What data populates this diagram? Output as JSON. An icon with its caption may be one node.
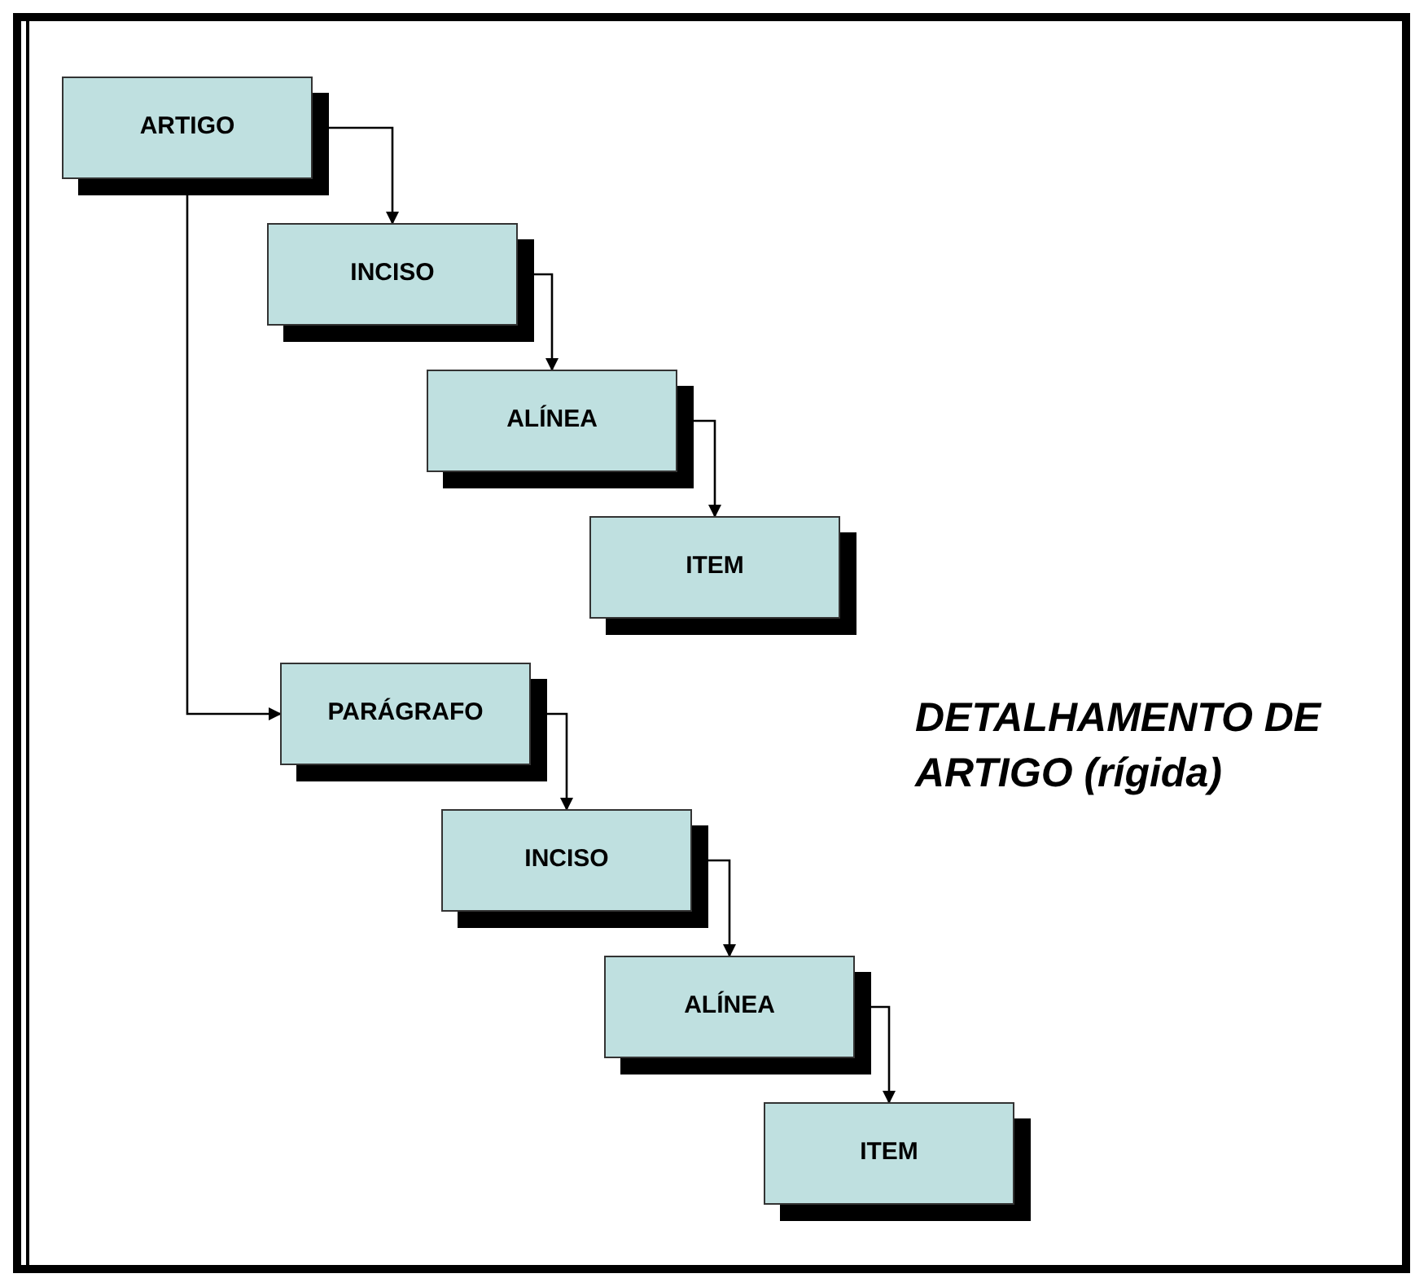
{
  "diagram": {
    "title": "DETALHAMENTO DE ARTIGO (rígida)",
    "nodes": [
      {
        "text": [
          "ARTIGO"
        ]
      },
      {
        "text": [
          "INCISO"
        ]
      },
      {
        "text": [
          "ALÍNEA"
        ]
      },
      {
        "text": [
          "ITEM"
        ]
      },
      {
        "text": [
          "PARÁGRAFO"
        ]
      },
      {
        "text": [
          "INCISO"
        ]
      },
      {
        "text": [
          "ALÍNEA"
        ]
      },
      {
        "text": [
          "ITEM"
        ]
      }
    ],
    "edges": [
      {
        "from": 0,
        "to": 1,
        "arrow": "to"
      },
      {
        "from": 1,
        "to": 2,
        "arrow": "to"
      },
      {
        "from": 2,
        "to": 3,
        "arrow": "to"
      },
      {
        "from": 0,
        "to": 4,
        "arrow": "to"
      },
      {
        "from": 4,
        "to": 5,
        "arrow": "to"
      },
      {
        "from": 5,
        "to": 6,
        "arrow": "to"
      },
      {
        "from": 6,
        "to": 7,
        "arrow": "to"
      }
    ]
  }
}
